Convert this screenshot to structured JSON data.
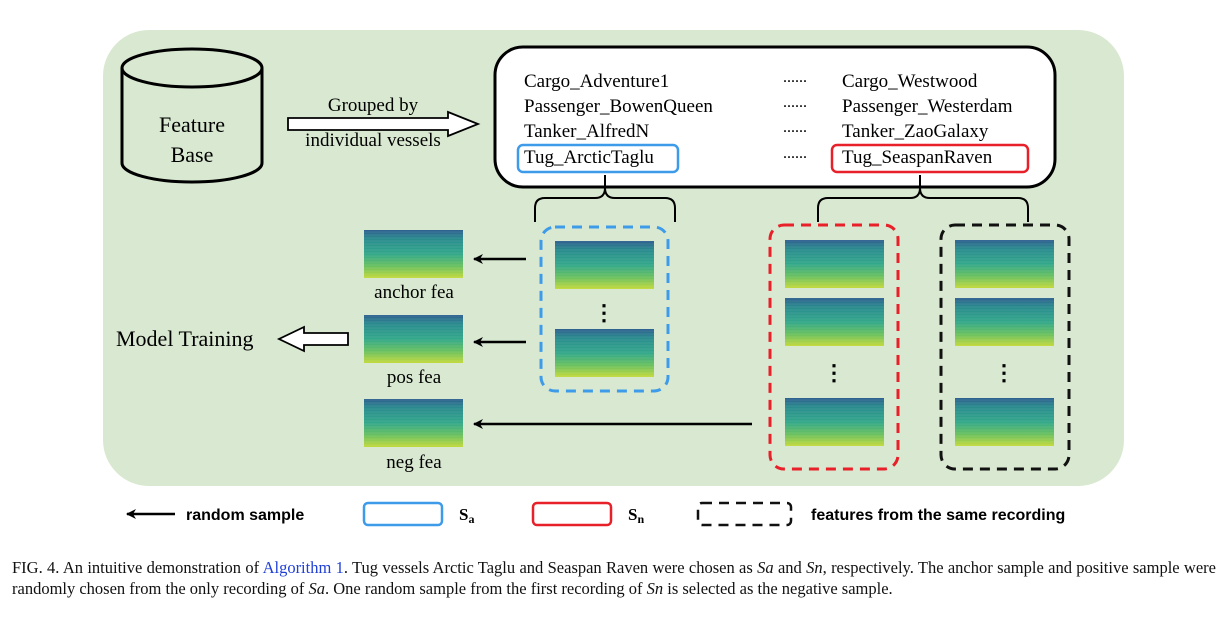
{
  "feature_base": {
    "line1": "Feature",
    "line2": "Base"
  },
  "grouping_label": {
    "line1": "Grouped by",
    "line2": "individual vessels"
  },
  "vessel_list": {
    "left": [
      "Cargo_Adventure1",
      "Passenger_BowenQueen",
      "Tanker_AlfredN",
      "Tug_ArcticTaglu"
    ],
    "right": [
      "Cargo_Westwood",
      "Passenger_Westerdam",
      "Tanker_ZaoGalaxy",
      "Tug_SeaspanRaven"
    ],
    "ellipsis": "······"
  },
  "feature_labels": {
    "anchor": "anchor fea",
    "pos": "pos fea",
    "neg": "neg fea"
  },
  "vdots": "⋮",
  "model_training": "Model Training",
  "legend": {
    "random_sample": "random sample",
    "sa": "S",
    "sa_sub": "a",
    "sn": "S",
    "sn_sub": "n",
    "same_recording": "features from the same recording"
  },
  "colors": {
    "panel_bg": "#d9e8d0",
    "sa_blue": "#3d9be9",
    "sn_red": "#e8202a",
    "black_dash": "#111111",
    "link": "#1f3fd6"
  },
  "caption": {
    "part1": "FIG. 4. An intuitive demonstration of ",
    "link": "Algorithm 1",
    "part2": ". Tug vessels Arctic Taglu and Seaspan Raven were chosen as ",
    "sa": "Sa",
    "part3": " and ",
    "sn": "Sn",
    "part4": ", respectively. The anchor sample and positive sample were randomly chosen from the only recording of ",
    "sa2": "Sa",
    "part5": ". One random sample from the first recording of ",
    "sn2": "Sn",
    "part6": " is selected as the negative sample."
  }
}
